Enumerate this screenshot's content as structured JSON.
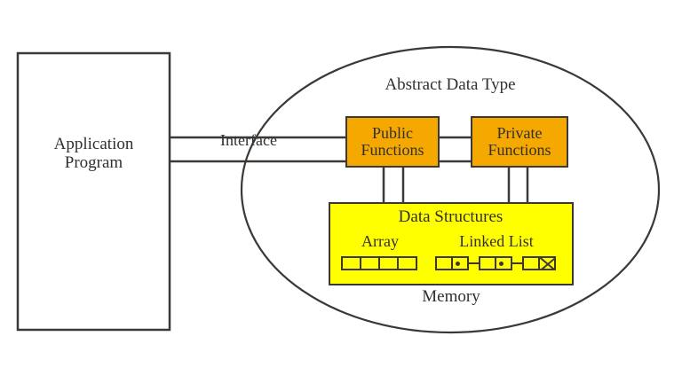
{
  "diagram": {
    "title": "Abstract Data Type",
    "memory_label": "Memory",
    "interface_label": "Interface",
    "application_box": {
      "line1": "Application",
      "line2": "Program"
    },
    "public_functions": {
      "line1": "Public",
      "line2": "Functions"
    },
    "private_functions": {
      "line1": "Private",
      "line2": "Functions"
    },
    "data_structures": {
      "title": "Data Structures",
      "array_label": "Array",
      "array_cells": 4,
      "linked_list_label": "Linked List",
      "linked_list_nodes": 3,
      "linked_list_terminator": "null-x"
    },
    "colors": {
      "functions_fill": "#F5A800",
      "data_structures_fill": "#FFFF00",
      "stroke": "#3c3835",
      "background": "#FFFFFF"
    }
  }
}
